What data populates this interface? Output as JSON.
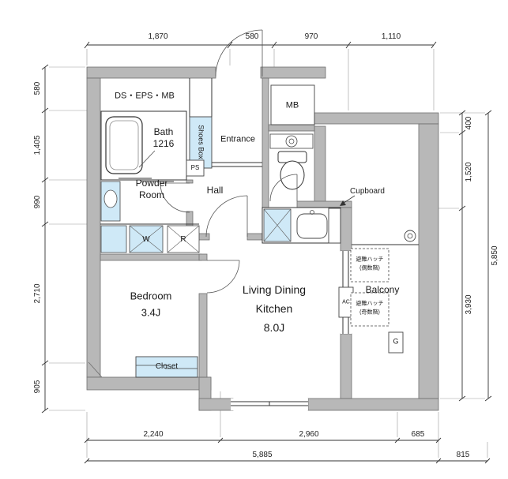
{
  "colors": {
    "wall_gray": "#b8b8b8",
    "highlight_blue": "#cfe9f7",
    "line_black": "#333333"
  },
  "labels": {
    "ds_eps_mb": "DS・EPS・MB",
    "bath_name": "Bath",
    "bath_size": "1216",
    "shoes_box": "Shoes Box",
    "entrance": "Entrance",
    "mb": "MB",
    "ps": "PS",
    "powder_line1": "Powder",
    "powder_line2": "Room",
    "hall": "Hall",
    "cupboard": "Cupboard",
    "washer": "W",
    "refrigerator": "R",
    "bedroom_name": "Bedroom",
    "bedroom_size": "3.4J",
    "ldk_line1": "Living Dining",
    "ldk_line2": "Kitchen",
    "ldk_line3": "8.0J",
    "ac": "AC",
    "balcony": "Balcony",
    "hatch_even_line1": "避難ハッチ",
    "hatch_even_line2": "(偶数階)",
    "hatch_odd_line1": "避難ハッチ",
    "hatch_odd_line2": "(奇数階)",
    "closet": "Closet",
    "gas_meter": "G"
  },
  "dimensions": {
    "top": [
      "1,870",
      "580",
      "970",
      "1,110"
    ],
    "left": [
      "580",
      "1,405",
      "990",
      "2,710",
      "905"
    ],
    "right": [
      "400",
      "1,520",
      "3,930"
    ],
    "right_total": "5,850",
    "bottom": [
      "2,240",
      "2,960",
      "685"
    ],
    "bottom_total": "5,885",
    "bottom_right": "815"
  }
}
